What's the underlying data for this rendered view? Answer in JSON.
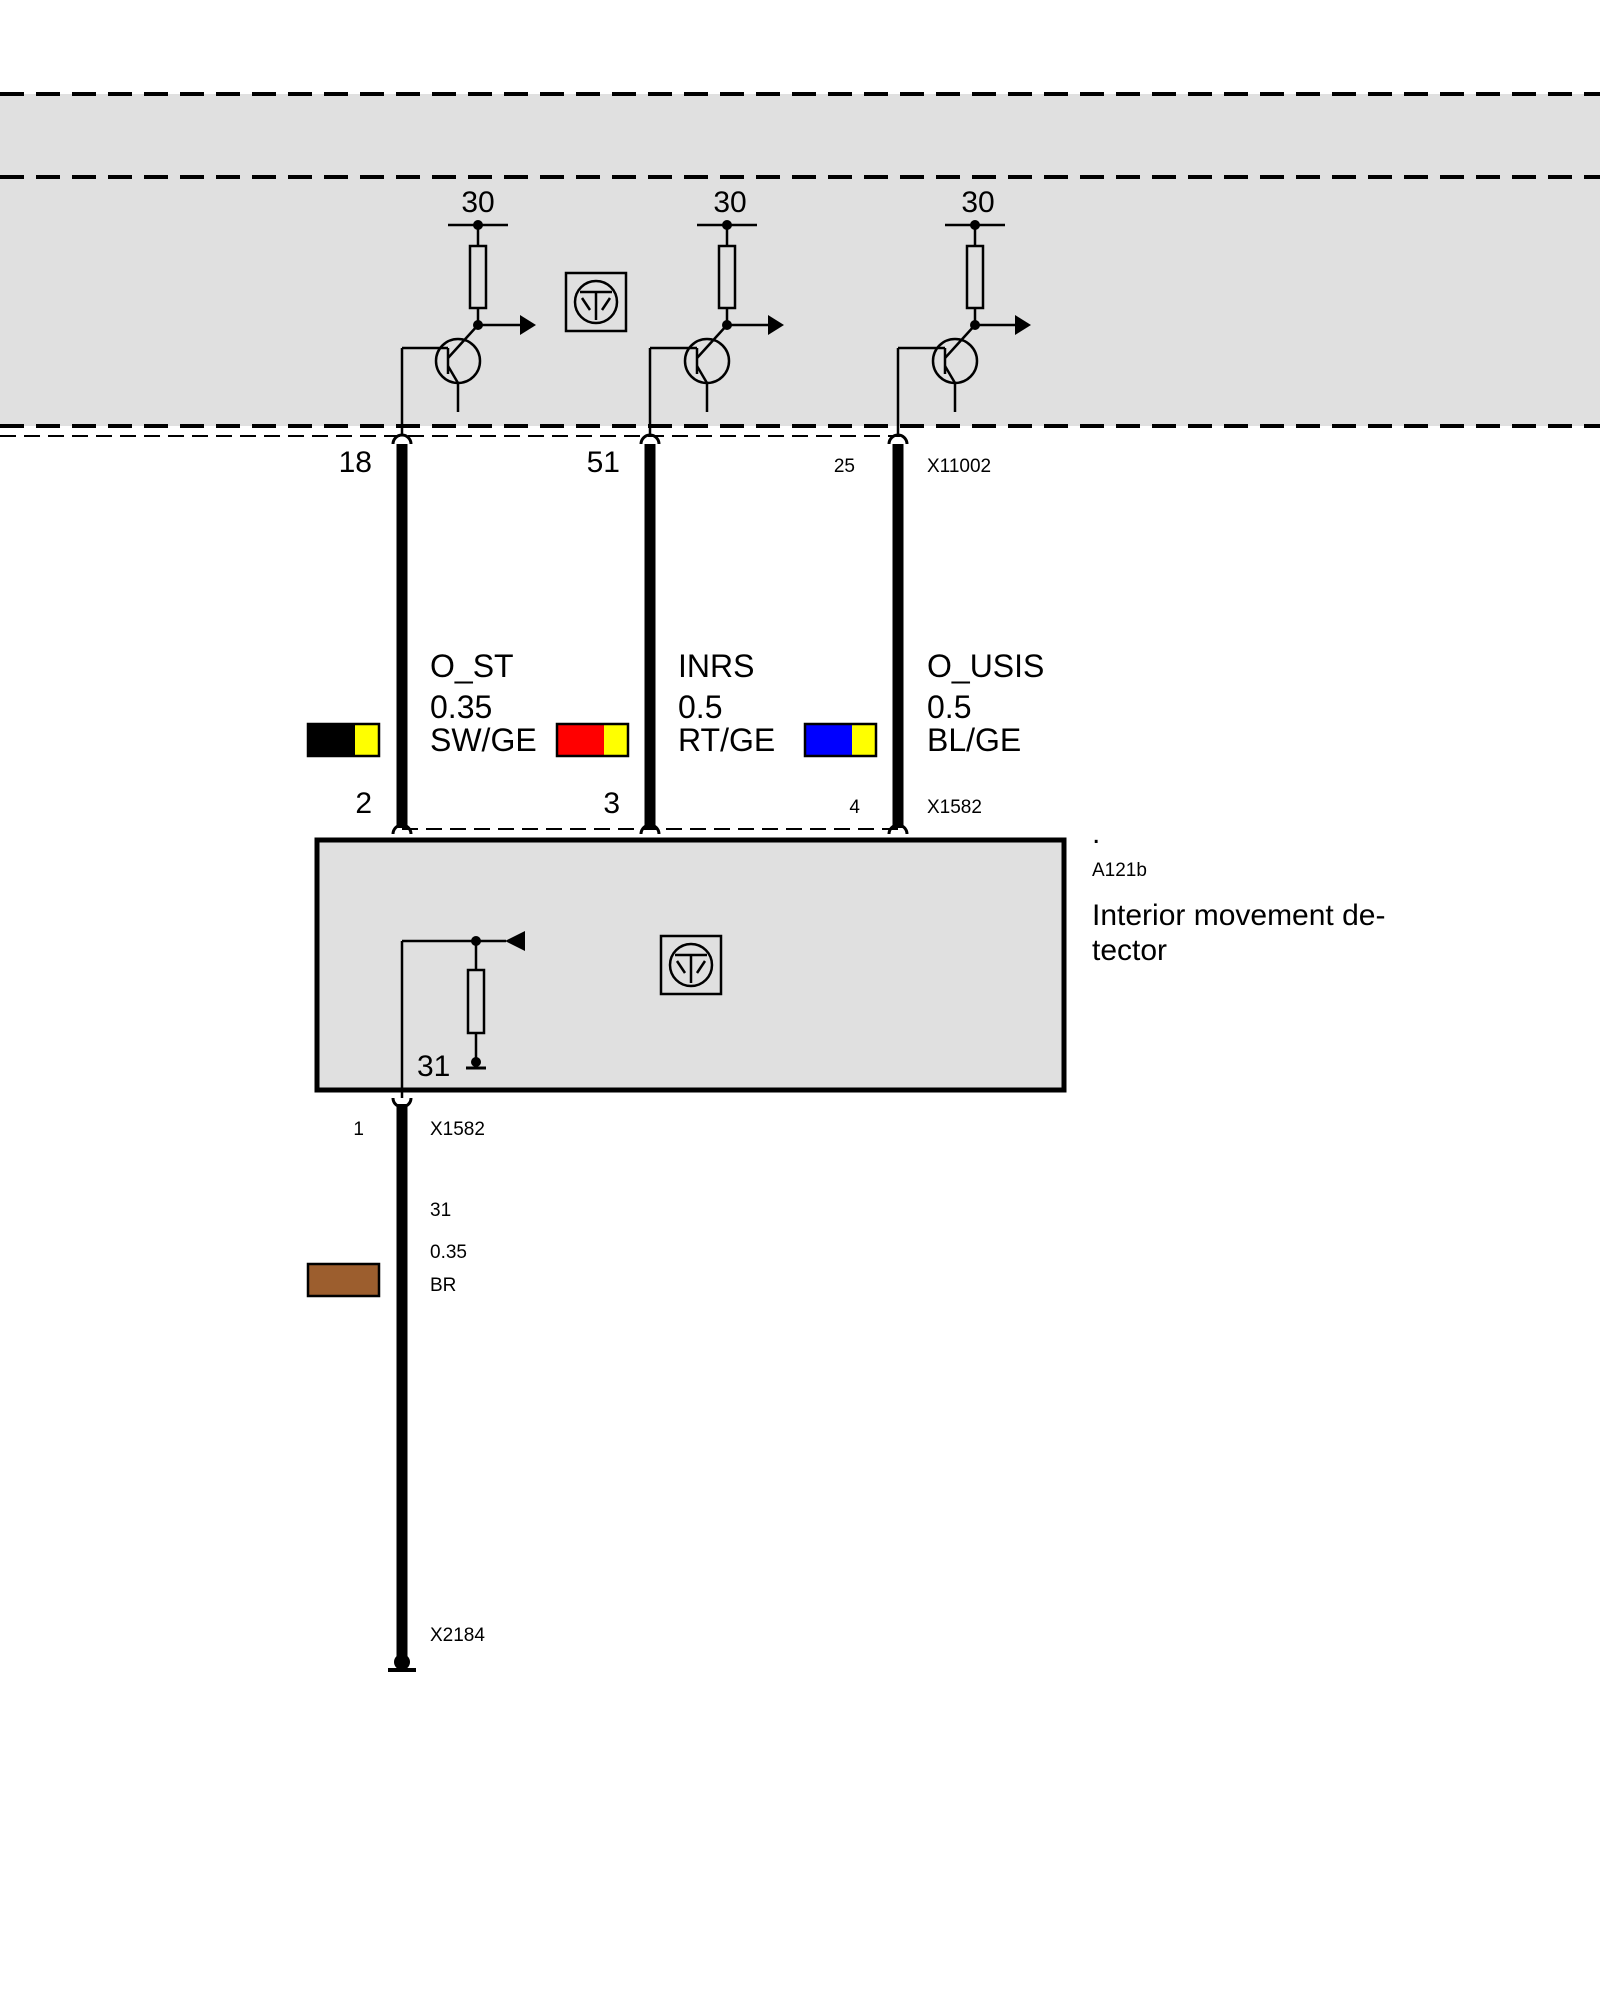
{
  "module_top": {
    "supply_labels": [
      "30",
      "30",
      "30"
    ],
    "connector_id": "X11002",
    "pins": [
      "18",
      "51",
      "25"
    ]
  },
  "wires": [
    {
      "signal": "O_ST",
      "gauge": "0.35",
      "color_code": "SW/GE",
      "colors": [
        "#000000",
        "#ffff00"
      ]
    },
    {
      "signal": "INRS",
      "gauge": "0.5",
      "color_code": "RT/GE",
      "colors": [
        "#ff0000",
        "#ffff00"
      ]
    },
    {
      "signal": "O_USIS",
      "gauge": "0.5",
      "color_code": "BL/GE",
      "colors": [
        "#0000ff",
        "#ffff00"
      ]
    }
  ],
  "detector": {
    "connector_id": "X1582",
    "pins": [
      "2",
      "3",
      "4"
    ],
    "dot": ".",
    "component_id": "A121b",
    "name_line1": "Interior movement de-",
    "name_line2": "tector",
    "ground_terminal": "31"
  },
  "ground": {
    "pin": "1",
    "connector_id": "X1582",
    "terminal": "31",
    "gauge": "0.35",
    "color_code": "BR",
    "color": "#9c5e2e",
    "ground_point": "X2184"
  },
  "colors": {
    "module_fill": "#e0e0e0",
    "wire": "#000000"
  }
}
